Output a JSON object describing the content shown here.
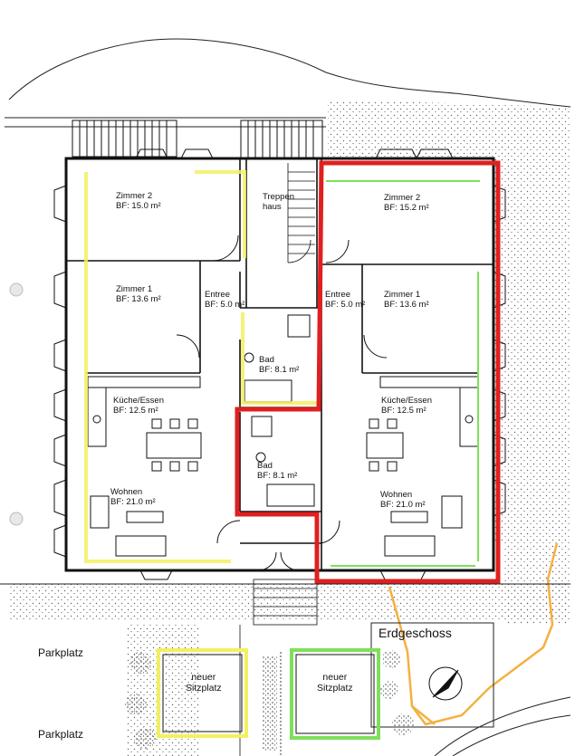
{
  "floor_title": "Erdgeschoss",
  "left_unit": {
    "zimmer2": {
      "name": "Zimmer 2",
      "area": "BF: 15.0 m²"
    },
    "zimmer1": {
      "name": "Zimmer 1",
      "area": "BF: 13.6 m²"
    },
    "entree": {
      "name": "Entree",
      "area": "BF: 5.0 m²"
    },
    "bad": {
      "name": "Bad",
      "area": "BF: 8.1 m²"
    },
    "kueche": {
      "name": "Küche/Essen",
      "area": "BF: 12.5 m²"
    },
    "wohnen": {
      "name": "Wohnen",
      "area": "BF: 21.0 m²"
    }
  },
  "right_unit": {
    "zimmer2": {
      "name": "Zimmer 2",
      "area": "BF: 15.2 m²"
    },
    "zimmer1": {
      "name": "Zimmer 1",
      "area": "BF: 13.6 m²"
    },
    "entree": {
      "name": "Entree",
      "area": "BF: 5.0 m²"
    },
    "bad": {
      "name": "Bad",
      "area": "BF: 8.1 m²"
    },
    "kueche": {
      "name": "Küche/Essen",
      "area": "BF: 12.5 m²"
    },
    "wohnen": {
      "name": "Wohnen",
      "area": "BF: 21.0 m²"
    }
  },
  "treppenhaus": {
    "line1": "Treppen",
    "line2": "haus"
  },
  "parking": [
    "Parkplatz",
    "Parkplatz"
  ],
  "sitzplatz_left": {
    "line1": "neuer",
    "line2": "Sitzplatz"
  },
  "sitzplatz_right": {
    "line1": "neuer",
    "line2": "Sitzplatz"
  },
  "colors": {
    "wall": "#111111",
    "highlight_red": "#e02020",
    "highlight_yellow": "#f2f060",
    "highlight_green": "#7ee05a",
    "highlight_orange": "#f5b040",
    "stipple": "#666666"
  }
}
